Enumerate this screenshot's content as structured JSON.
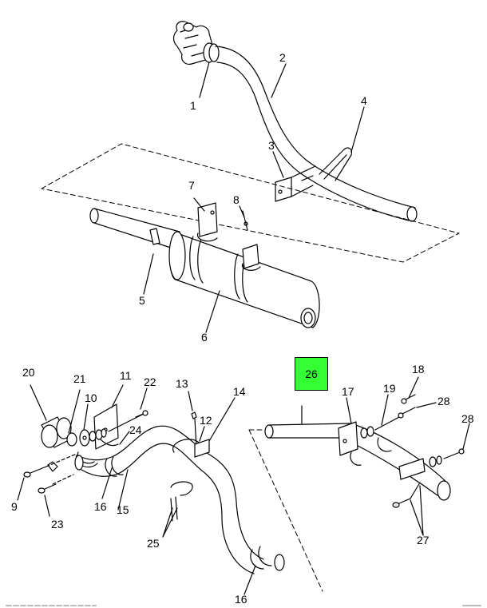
{
  "highlight": {
    "label": "26",
    "color": "#33ff33"
  },
  "callouts": {
    "c1": "1",
    "c2": "2",
    "c3": "3",
    "c4": "4",
    "c5": "5",
    "c6": "6",
    "c7": "7",
    "c8": "8",
    "c9": "9",
    "c10": "10",
    "c11": "11",
    "c12": "12",
    "c13": "13",
    "c14": "14",
    "c15": "15",
    "c16a": "16",
    "c16b": "16",
    "c17": "17",
    "c18": "18",
    "c19": "19",
    "c20": "20",
    "c21": "21",
    "c22": "22",
    "c23": "23",
    "c24": "24",
    "c25": "25",
    "c27": "27",
    "c28a": "28",
    "c28b": "28"
  }
}
